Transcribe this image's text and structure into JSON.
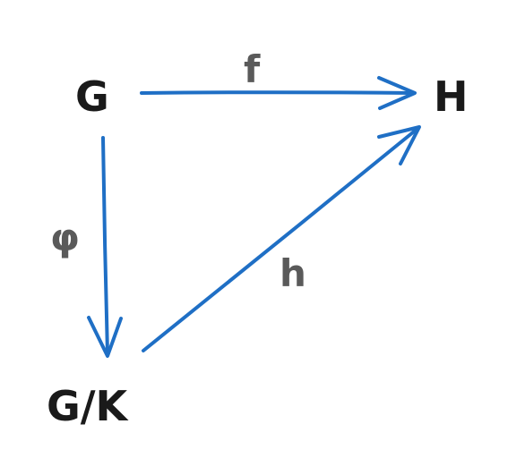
{
  "diagram": {
    "nodes": {
      "G": "G",
      "H": "H",
      "GK": "G/K"
    },
    "maps": {
      "f": "f",
      "phi": "φ",
      "h": "h"
    },
    "colors": {
      "arrow": "#1f6fc5",
      "node_text": "#1a1a1a",
      "map_text": "#5a5a5a",
      "background": "#ffffff"
    }
  }
}
